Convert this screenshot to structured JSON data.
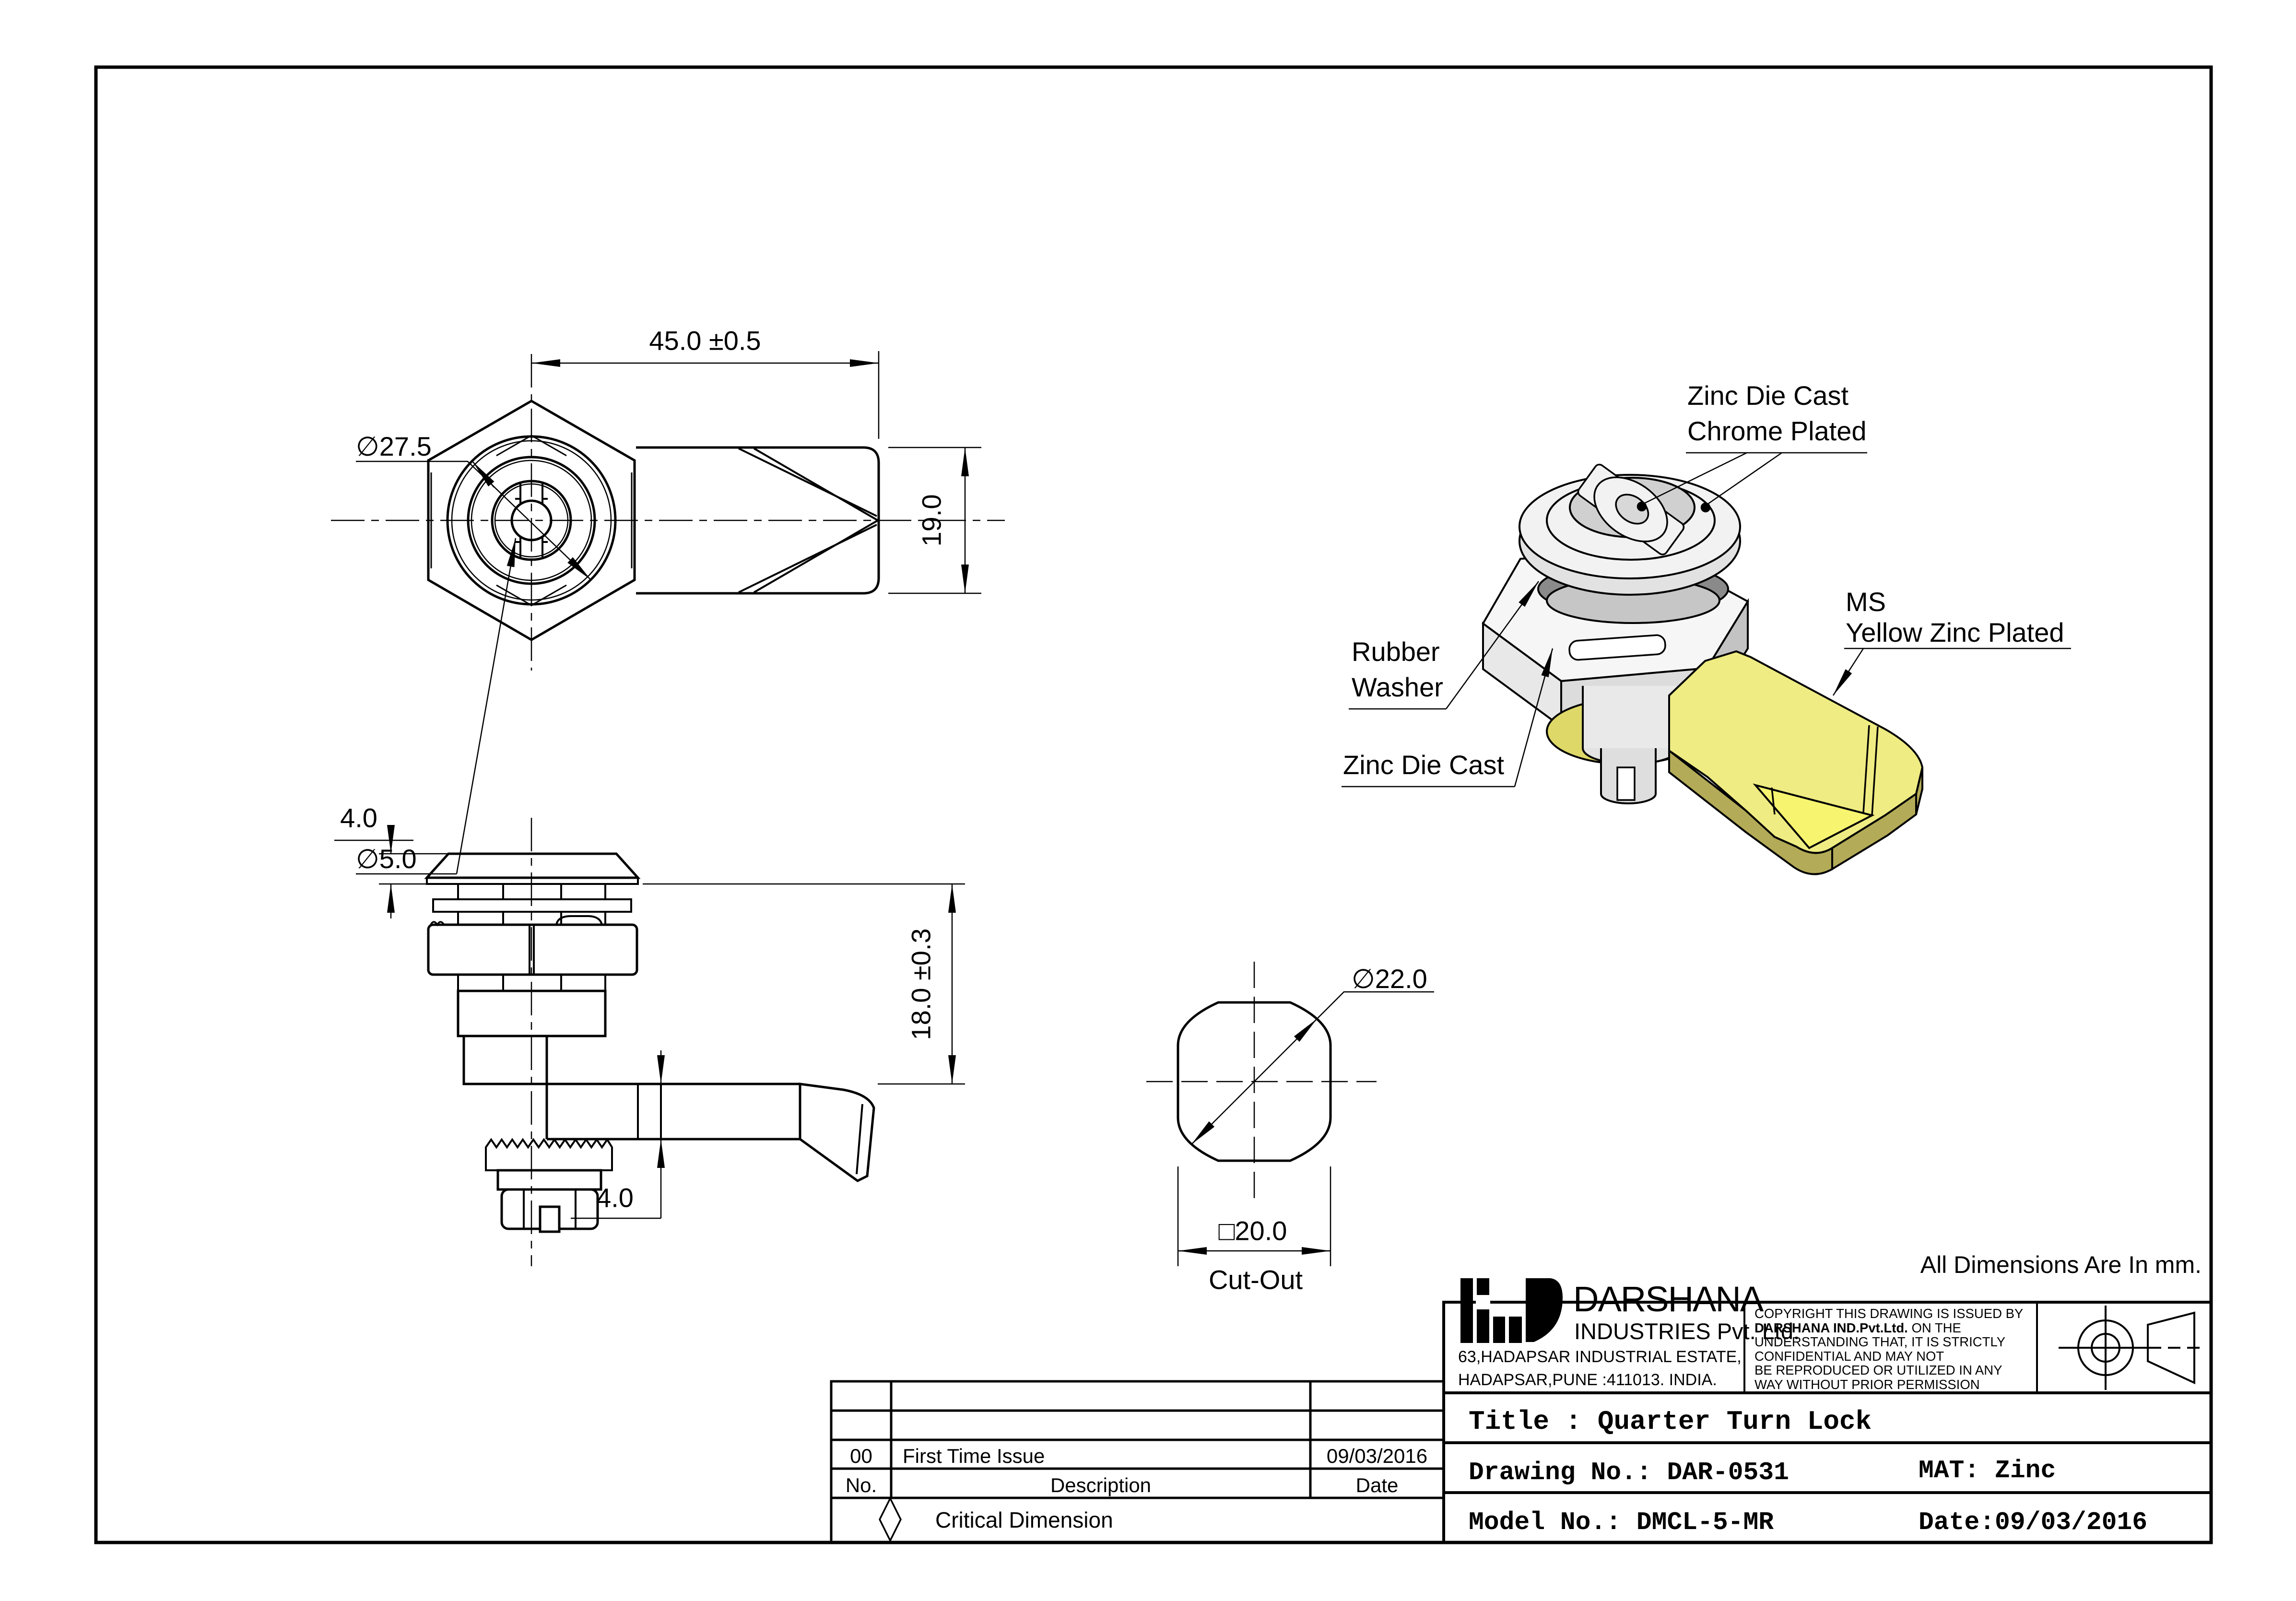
{
  "page": {
    "all_dims_note": "All Dimensions Are In mm."
  },
  "front_view": {
    "dim_length": "45.0 ±0.5",
    "dia_face": "∅27.5",
    "dia_hole": "∅5.0",
    "dim_body_height": "19.0"
  },
  "side_view": {
    "dim_cap_thickness": "4.0",
    "dim_grip_range": "18.0 ±0.3",
    "dim_cam_thickness": "4.0"
  },
  "cutout_view": {
    "dia_cutout": "∅22.0",
    "square_width": "□20.0",
    "caption": "Cut-Out"
  },
  "iso_view": {
    "label_head_1": "Zinc Die Cast",
    "label_head_2": "Chrome Plated",
    "label_washer_1": "Rubber",
    "label_washer_2": "Washer",
    "label_nut": "Zinc Die Cast",
    "label_cam_1": "MS",
    "label_cam_2": "Yellow Zinc Plated"
  },
  "revision_table": {
    "rows": [
      {
        "no": "00",
        "description": "First Time Issue",
        "date": "09/03/2016"
      }
    ],
    "header": {
      "no": "No.",
      "description": "Description",
      "date": "Date"
    },
    "legend": "Critical Dimension"
  },
  "title_block": {
    "company_name": "DARSHANA",
    "company_sub": "INDUSTRIES Pvt. Ltd.",
    "address_1": "63,HADAPSAR INDUSTRIAL ESTATE,",
    "address_2": "HADAPSAR,PUNE :411013. INDIA.",
    "copyright": {
      "l1": "COPYRIGHT THIS DRAWING IS ISSUED BY",
      "l2b": "DARSHANA IND.Pvt.Ltd.",
      "l2r": " ON THE",
      "l3": "UNDERSTANDING THAT, IT IS STRICTLY",
      "l4": "CONFIDENTIAL AND MAY NOT",
      "l5": "BE REPRODUCED OR UTILIZED IN ANY",
      "l6": "WAY WITHOUT PRIOR PERMISSION"
    },
    "title": "Title : Quarter Turn Lock",
    "drawing_no": "Drawing No.: DAR-0531",
    "mat": "MAT: Zinc",
    "model_no": "Model No.: DMCL-5-MR",
    "date": "Date:09/03/2016"
  },
  "colors": {
    "line": "#000000",
    "cam_top": "#efec83",
    "cam_bright": "#f7f470",
    "cam_side": "#b3ab57",
    "cam_hub": "#ddd868",
    "metal_face": "#f2f2f2",
    "metal_lip": "#e2e2e2",
    "ring_dark": "#8a8a8a",
    "ring_mid": "#c6c6c6",
    "nut_top": "#f6f6f6",
    "nut_left": "#dcdcdc",
    "nut_right": "#c3c3c3",
    "nut_small": "#e8e8e8",
    "recess": "#d0d0d0",
    "hole": "#d8d8d8",
    "cyl": "#e9e9e9",
    "cyl_bottom": "#e3e3e3",
    "stem": "#dedede"
  }
}
